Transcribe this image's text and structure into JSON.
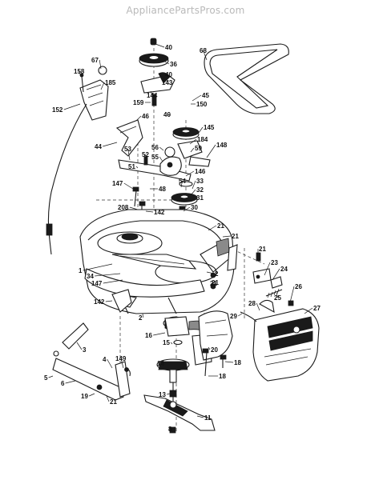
{
  "watermark": "AppliancePartsPros.com",
  "labels": [
    "40",
    "36",
    "40",
    "68",
    "67",
    "158",
    "185",
    "143",
    "144",
    "45",
    "150",
    "159",
    "40",
    "152",
    "46",
    "145",
    "184",
    "44",
    "56",
    "59",
    "148",
    "53",
    "52",
    "55",
    "146",
    "51",
    "54",
    "33",
    "48",
    "147",
    "32",
    "31",
    "208",
    "142",
    "30",
    "21",
    "21",
    "21",
    "21",
    "1",
    "34",
    "147",
    "2",
    "21",
    "23",
    "24",
    "25",
    "26",
    "28",
    "27",
    "29",
    "142",
    "2",
    "16",
    "15",
    "20",
    "14",
    "18",
    "18",
    "3",
    "4",
    "149",
    "5",
    "6",
    "19",
    "21",
    "13",
    "11",
    "8"
  ]
}
